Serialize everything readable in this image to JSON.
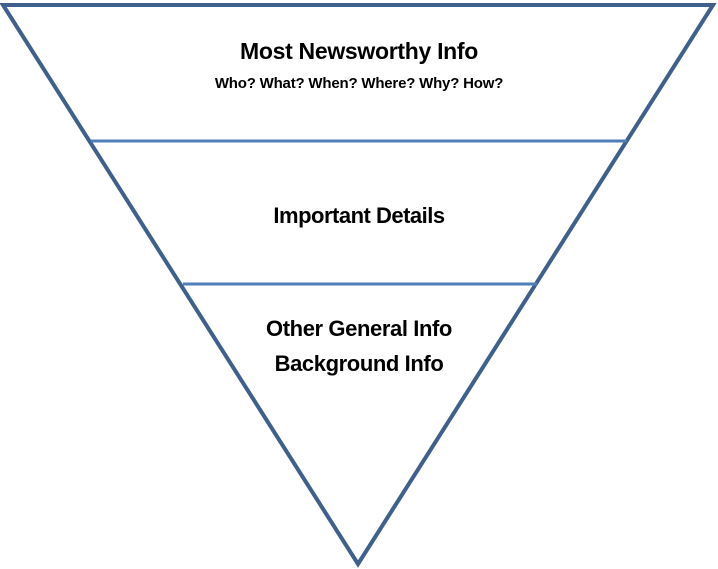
{
  "diagram": {
    "type": "inverted-pyramid",
    "colors": {
      "outline": "#3f5f8c",
      "divider": "#4f7fb8",
      "text": "#000000",
      "background": "#ffffff"
    },
    "tiers": [
      {
        "title": "Most Newsworthy Info",
        "subtitle": "Who? What? When? Where? Why? How?"
      },
      {
        "title": "Important Details"
      },
      {
        "title": "Other General Info",
        "subtitle": "Background Info"
      }
    ]
  }
}
